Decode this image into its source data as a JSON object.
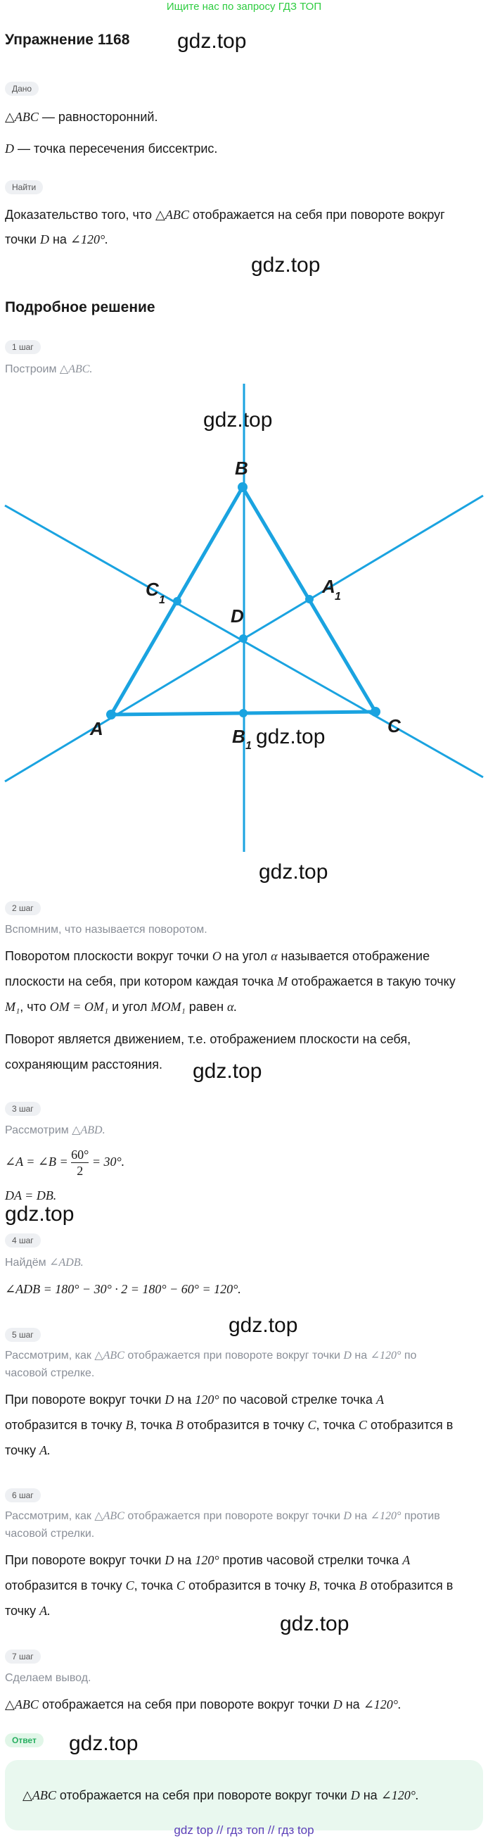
{
  "banner": "Ищите нас по запросу ГДЗ ТОП",
  "title": "Упражнение 1168",
  "watermark": "gdz.top",
  "given_label": "Дано",
  "given_line1_math": "△ABC",
  "given_line1_text": " — равносторонний.",
  "given_line2_math": "D",
  "given_line2_text": " — точка пересечения биссектрис.",
  "find_label": "Найти",
  "find_line1_text": "Доказательство того, что ",
  "find_line1_math": "△ABC",
  "find_line1_rest": " отображается на себя при повороте вокруг",
  "find_line2_text": "точки ",
  "find_line2_math": "D",
  "find_line2_mid": " на ",
  "find_line2_angle": "∠120°.",
  "solution_title": "Подробное решение",
  "step1": {
    "label": "1 шаг",
    "text": "Построим ",
    "math": "△ABC."
  },
  "diagram_labels": {
    "B": "B",
    "A1": "A",
    "A1sub": "1",
    "C1": "C",
    "C1sub": "1",
    "D": "D",
    "A": "A",
    "C": "C",
    "B1": "B",
    "B1sub": "1"
  },
  "step2": {
    "label": "2 шаг",
    "intro": "Вспомним, что называется поворотом.",
    "p1_l1_a": "Поворотом плоскости вокруг точки ",
    "p1_l1_O": "O",
    "p1_l1_b": " на угол ",
    "p1_l1_alpha": "α",
    "p1_l1_c": " называется отображение",
    "p1_l2_a": "плоскости на себя, при котором каждая точка ",
    "p1_l2_M": "M",
    "p1_l2_b": " отображается в такую точку",
    "p1_l3_M1": "M₁",
    "p1_l3_a": ", что ",
    "p1_l3_eq": "OM = OM₁",
    "p1_l3_b": " и угол ",
    "p1_l3_ang": "MOM₁",
    "p1_l3_c": " равен ",
    "p1_l3_alpha": "α.",
    "p2_l1": "Поворот является движением, т.е. отображением плоскости на себя,",
    "p2_l2": "сохраняющим расстояния."
  },
  "step3": {
    "label": "3 шаг",
    "intro": "Рассмотрим ",
    "intro_math": "△ABD.",
    "eq1_left": "∠A = ∠B = ",
    "eq1_num": "60°",
    "eq1_den": "2",
    "eq1_right": " = 30°.",
    "eq2": "DA = DB."
  },
  "step4": {
    "label": "4 шаг",
    "intro": "Найдём ",
    "intro_math": "∠ADB.",
    "eq": "∠ADB = 180° − 30° · 2 = 180° − 60° = 120°."
  },
  "step5": {
    "label": "5 шаг",
    "g1_a": "Рассмотрим, как ",
    "g1_m": "△ABC",
    "g1_b": " отображается при повороте вокруг точки ",
    "g1_D": "D",
    "g1_c": " на ",
    "g1_ang": "∠120°",
    "g1_d": " по",
    "g2": "часовой стрелке.",
    "t1_a": "При повороте вокруг точки ",
    "t1_D": "D",
    "t1_b": " на ",
    "t1_ang": "120°",
    "t1_c": " по часовой стрелке точка ",
    "t1_A": "A",
    "t2_a": "отобразится в точку ",
    "t2_B": "B",
    "t2_b": ", точка ",
    "t2_B2": "B",
    "t2_c": " отобразится в точку ",
    "t2_C": "C",
    "t2_d": ", точка ",
    "t2_C2": "C",
    "t2_e": " отобразится в",
    "t3_a": "точку ",
    "t3_A": "A."
  },
  "step6": {
    "label": "6 шаг",
    "g1_a": "Рассмотрим, как ",
    "g1_m": "△ABC",
    "g1_b": " отображается при повороте вокруг точки ",
    "g1_D": "D",
    "g1_c": " на ",
    "g1_ang": "∠120°",
    "g1_d": " против",
    "g2": "часовой стрелки.",
    "t1_a": "При повороте вокруг точки ",
    "t1_D": "D",
    "t1_b": " на ",
    "t1_ang": "120°",
    "t1_c": " против часовой стрелки точка ",
    "t1_A": "A",
    "t2_a": "отобразится в точку ",
    "t2_C": "C",
    "t2_b": ", точка ",
    "t2_C2": "C",
    "t2_c": " отобразится в точку ",
    "t2_B": "B",
    "t2_d": ", точка ",
    "t2_B2": "B",
    "t2_e": " отобразится в",
    "t3_a": "точку ",
    "t3_A": "A."
  },
  "step7": {
    "label": "7 шаг",
    "intro": "Сделаем вывод.",
    "t_m": "△ABC",
    "t_a": " отображается на себя при повороте вокруг точки ",
    "t_D": "D",
    "t_b": " на ",
    "t_ang": "∠120°."
  },
  "answer": {
    "label": "Ответ",
    "m": "△ABC",
    "a": " отображается на себя при повороте вокруг точки ",
    "D": "D",
    "b": " на ",
    "ang": "∠120°."
  },
  "footer": "gdz top  //  гдз топ  //  гдз top"
}
